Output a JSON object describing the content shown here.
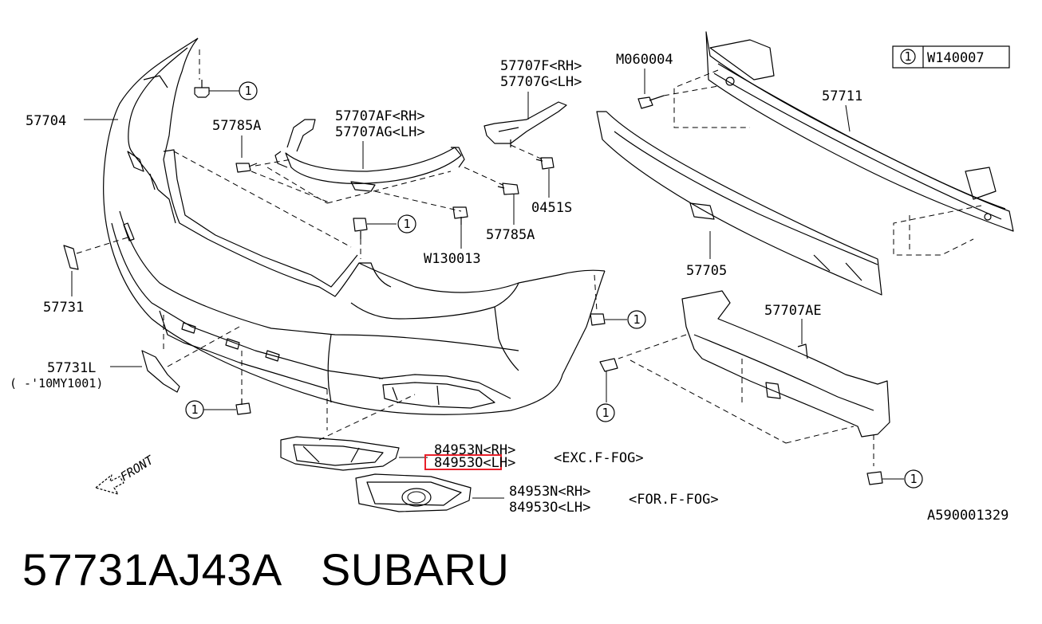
{
  "legend": {
    "callout_number": "1",
    "code": "W140007"
  },
  "labels": {
    "bumper_face": "57704",
    "bolt_57785a_upper": "57785A",
    "bracket_af": "57707AF<RH>",
    "bracket_ag": "57707AG<LH>",
    "bracket_f": "57707F<RH>",
    "bracket_g": "57707G<LH>",
    "bolt_m060004": "M060004",
    "beam_57711": "57711",
    "clip_04515": "0451S",
    "bolt_57785a_lower": "57785A",
    "clip_w130013": "W130013",
    "absorber_57705": "57705",
    "cover_57731": "57731",
    "cover_57731l": "57731L",
    "cover_57731l_note": "(  -'10MY1001)",
    "bracket_ae": "57707AE",
    "grille_n_rh_exc": "84953N<RH>",
    "grille_o_lh_exc": "84953O<LH>",
    "note_exc_fog": "<EXC.F-FOG>",
    "grille_n_rh_for": "84953N<RH>",
    "grille_o_lh_for": "84953O<LH>",
    "note_for_fog": "<FOR.F-FOG>",
    "front_arrow": "FRONT",
    "diagram_code": "A590001329",
    "callout": "1"
  },
  "highlight": {
    "color": "#e8202a",
    "target": "84953O"
  },
  "footer": {
    "part_number": "57731AJ43A",
    "brand": "SUBARU"
  }
}
